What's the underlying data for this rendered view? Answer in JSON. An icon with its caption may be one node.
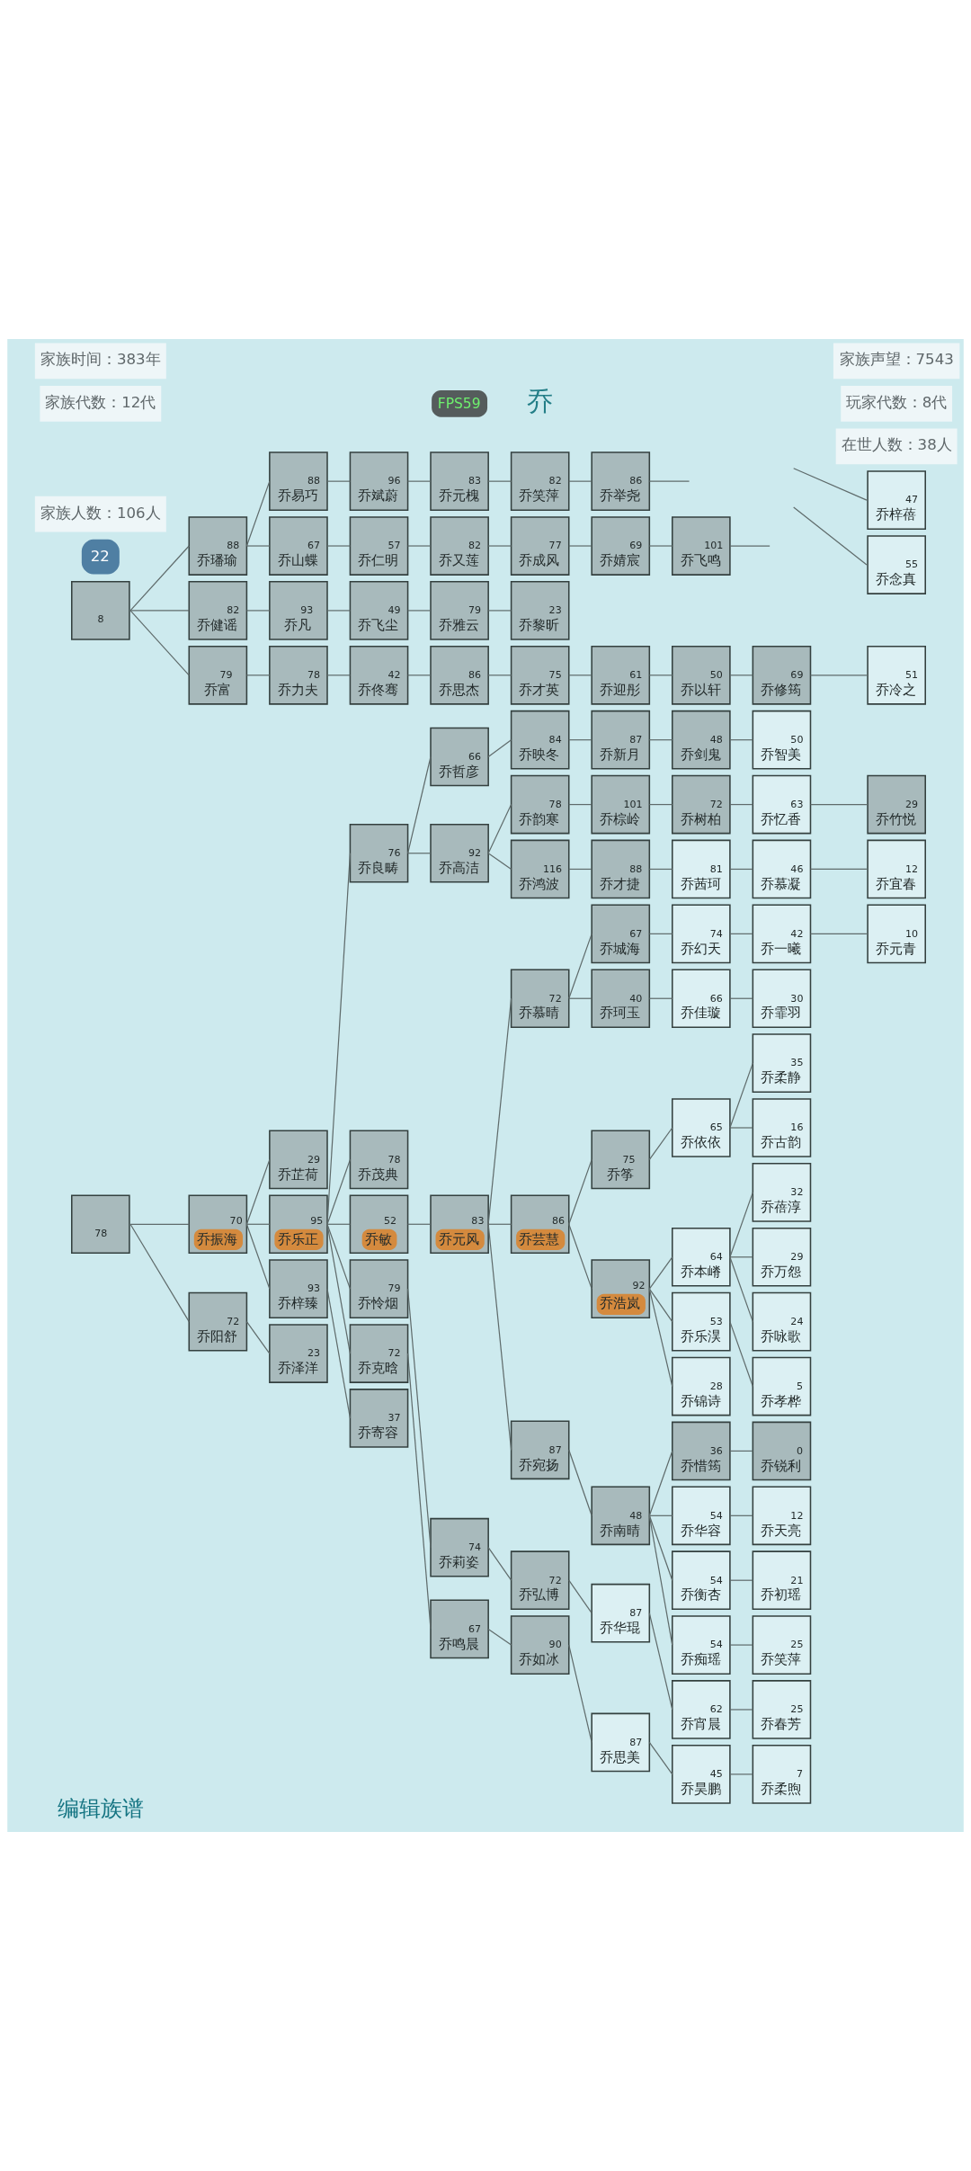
{
  "diagram": {
    "nodes": [
      {
        "text": [
          "8"
        ]
      },
      {
        "text": [
          "78"
        ]
      },
      {
        "text": [
          "88",
          "乔璠瑜"
        ]
      },
      {
        "text": [
          "82",
          "乔健谣"
        ]
      },
      {
        "text": [
          "79",
          "乔富"
        ]
      },
      {
        "text": [
          "70",
          "乔振海"
        ]
      },
      {
        "text": [
          "72",
          "乔阳舒"
        ]
      },
      {
        "text": [
          "88",
          "乔易巧"
        ]
      },
      {
        "text": [
          "67",
          "乔山蝶"
        ]
      },
      {
        "text": [
          "93",
          "乔凡"
        ]
      },
      {
        "text": [
          "78",
          "乔力夫"
        ]
      },
      {
        "text": [
          "29",
          "乔芷荷"
        ]
      },
      {
        "text": [
          "95",
          "乔乐正"
        ]
      },
      {
        "text": [
          "93",
          "乔梓臻"
        ]
      },
      {
        "text": [
          "23",
          "乔泽洋"
        ]
      },
      {
        "text": [
          "96",
          "乔斌蔚"
        ]
      },
      {
        "text": [
          "57",
          "乔仁明"
        ]
      },
      {
        "text": [
          "49",
          "乔飞尘"
        ]
      },
      {
        "text": [
          "42",
          "乔佟骞"
        ]
      },
      {
        "text": [
          "76",
          "乔良畴"
        ]
      },
      {
        "text": [
          "78",
          "乔茂典"
        ]
      },
      {
        "text": [
          "52",
          "乔敏"
        ]
      },
      {
        "text": [
          "79",
          "乔怜烟"
        ]
      },
      {
        "text": [
          "72",
          "乔克晗"
        ]
      },
      {
        "text": [
          "37",
          "乔寄容"
        ]
      },
      {
        "text": [
          "83",
          "乔元槐"
        ]
      },
      {
        "text": [
          "82",
          "乔又莲"
        ]
      },
      {
        "text": [
          "79",
          "乔雅云"
        ]
      },
      {
        "text": [
          "86",
          "乔思杰"
        ]
      },
      {
        "text": [
          "66",
          "乔哲彦"
        ]
      },
      {
        "text": [
          "92",
          "乔高洁"
        ]
      },
      {
        "text": [
          "83",
          "乔元风"
        ]
      },
      {
        "text": [
          "74",
          "乔莉姿"
        ]
      },
      {
        "text": [
          "67",
          "乔鸣晨"
        ]
      },
      {
        "text": [
          "82",
          "乔笑萍"
        ]
      },
      {
        "text": [
          "77",
          "乔成风"
        ]
      },
      {
        "text": [
          "23",
          "乔黎昕"
        ]
      },
      {
        "text": [
          "75",
          "乔才英"
        ]
      },
      {
        "text": [
          "84",
          "乔映冬"
        ]
      },
      {
        "text": [
          "78",
          "乔韵寒"
        ]
      },
      {
        "text": [
          "116",
          "乔鸿波"
        ]
      },
      {
        "text": [
          "72",
          "乔慕晴"
        ]
      },
      {
        "text": [
          "86",
          "乔芸慧"
        ]
      },
      {
        "text": [
          "87",
          "乔宛扬"
        ]
      },
      {
        "text": [
          "72",
          "乔弘博"
        ]
      },
      {
        "text": [
          "90",
          "乔如冰"
        ]
      },
      {
        "text": [
          "86",
          "乔举尧"
        ]
      },
      {
        "text": [
          "69",
          "乔婧宸"
        ]
      },
      {
        "text": [
          "61",
          "乔迎彤"
        ]
      },
      {
        "text": [
          "87",
          "乔新月"
        ]
      },
      {
        "text": [
          "101",
          "乔棕岭"
        ]
      },
      {
        "text": [
          "88",
          "乔才捷"
        ]
      },
      {
        "text": [
          "67",
          "乔城海"
        ]
      },
      {
        "text": [
          "40",
          "乔珂玉"
        ]
      },
      {
        "text": [
          "75",
          "乔筝"
        ]
      },
      {
        "text": [
          "92",
          "乔浩岚"
        ]
      },
      {
        "text": [
          "48",
          "乔南晴"
        ]
      },
      {
        "text": [
          "87",
          "乔华琨"
        ]
      },
      {
        "text": [
          "87",
          "乔思美"
        ]
      },
      {
        "text": [
          "101",
          "乔飞鸣"
        ]
      },
      {
        "text": [
          "50",
          "乔以轩"
        ]
      },
      {
        "text": [
          "48",
          "乔剑鬼"
        ]
      },
      {
        "text": [
          "72",
          "乔树柏"
        ]
      },
      {
        "text": [
          "81",
          "乔茜珂"
        ]
      },
      {
        "text": [
          "74",
          "乔幻天"
        ]
      },
      {
        "text": [
          "66",
          "乔佳璇"
        ]
      },
      {
        "text": [
          "65",
          "乔依依"
        ]
      },
      {
        "text": [
          "64",
          "乔本嵴"
        ]
      },
      {
        "text": [
          "53",
          "乔乐淏"
        ]
      },
      {
        "text": [
          "28",
          "乔锦诗"
        ]
      },
      {
        "text": [
          "36",
          "乔惜筠"
        ]
      },
      {
        "text": [
          "54",
          "乔华容"
        ]
      },
      {
        "text": [
          "54",
          "乔衡杏"
        ]
      },
      {
        "text": [
          "54",
          "乔痴瑶"
        ]
      },
      {
        "text": [
          "62",
          "乔宵晨"
        ]
      },
      {
        "text": [
          "45",
          "乔昊鹏"
        ]
      },
      {
        "text": [
          "69",
          "乔修筠"
        ]
      },
      {
        "text": [
          "50",
          "乔智美"
        ]
      },
      {
        "text": [
          "63",
          "乔忆香"
        ]
      },
      {
        "text": [
          "46",
          "乔慕凝"
        ]
      },
      {
        "text": [
          "42",
          "乔一曦"
        ]
      },
      {
        "text": [
          "30",
          "乔霏羽"
        ]
      },
      {
        "text": [
          "35",
          "乔柔静"
        ]
      },
      {
        "text": [
          "16",
          "乔古韵"
        ]
      },
      {
        "text": [
          "32",
          "乔蓓淳"
        ]
      },
      {
        "text": [
          "29",
          "乔万怨"
        ]
      },
      {
        "text": [
          "24",
          "乔咏歌"
        ]
      },
      {
        "text": [
          "5",
          "乔孝桦"
        ]
      },
      {
        "text": [
          "0",
          "乔锐利"
        ]
      },
      {
        "text": [
          "12",
          "乔天亮"
        ]
      },
      {
        "text": [
          "21",
          "乔初瑶"
        ]
      },
      {
        "text": [
          "25",
          "乔笑萍"
        ]
      },
      {
        "text": [
          "25",
          "乔春芳"
        ]
      },
      {
        "text": [
          "7",
          "乔柔煦"
        ]
      },
      {
        "text": [
          "47",
          "乔梓蓓"
        ]
      },
      {
        "text": [
          "55",
          "乔念真"
        ]
      },
      {
        "text": [
          "51",
          "乔冷之"
        ]
      },
      {
        "text": [
          "29",
          "乔竹悦"
        ]
      },
      {
        "text": [
          "12",
          "乔宜春"
        ]
      },
      {
        "text": [
          "10",
          "乔元青"
        ]
      }
    ],
    "edges": [
      {
        "from": 0,
        "to": 2,
        "arrow": "none"
      },
      {
        "from": 0,
        "to": 3,
        "arrow": "none"
      },
      {
        "from": 0,
        "to": 4,
        "arrow": "none"
      },
      {
        "from": 1,
        "to": 5,
        "arrow": "none"
      },
      {
        "from": 1,
        "to": 6,
        "arrow": "none"
      },
      {
        "from": 2,
        "to": 7,
        "arrow": "none"
      },
      {
        "from": 2,
        "to": 8,
        "arrow": "none"
      },
      {
        "from": 3,
        "to": 9,
        "arrow": "none"
      },
      {
        "from": 4,
        "to": 10,
        "arrow": "none"
      },
      {
        "from": 5,
        "to": 11,
        "arrow": "none"
      },
      {
        "from": 5,
        "to": 12,
        "arrow": "none"
      },
      {
        "from": 5,
        "to": 13,
        "arrow": "none"
      },
      {
        "from": 6,
        "to": 14,
        "arrow": "none"
      },
      {
        "from": 7,
        "to": 15,
        "arrow": "none"
      },
      {
        "from": 8,
        "to": 16,
        "arrow": "none"
      },
      {
        "from": 9,
        "to": 17,
        "arrow": "none"
      },
      {
        "from": 10,
        "to": 18,
        "arrow": "none"
      },
      {
        "from": 12,
        "to": 19,
        "arrow": "none"
      },
      {
        "from": 12,
        "to": 20,
        "arrow": "none"
      },
      {
        "from": 12,
        "to": 21,
        "arrow": "none"
      },
      {
        "from": 12,
        "to": 22,
        "arrow": "none"
      },
      {
        "from": 12,
        "to": 23,
        "arrow": "none"
      },
      {
        "from": 13,
        "to": 24,
        "arrow": "none"
      },
      {
        "from": 15,
        "to": 25,
        "arrow": "none"
      },
      {
        "from": 16,
        "to": 26,
        "arrow": "none"
      },
      {
        "from": 17,
        "to": 27,
        "arrow": "none"
      },
      {
        "from": 18,
        "to": 28,
        "arrow": "none"
      },
      {
        "from": 19,
        "to": 29,
        "arrow": "none"
      },
      {
        "from": 19,
        "to": 30,
        "arrow": "none"
      },
      {
        "from": 21,
        "to": 31,
        "arrow": "none"
      },
      {
        "from": 22,
        "to": 32,
        "arrow": "none"
      },
      {
        "from": 23,
        "to": 33,
        "arrow": "none"
      },
      {
        "from": 25,
        "to": 34,
        "arrow": "none"
      },
      {
        "from": 26,
        "to": 35,
        "arrow": "none"
      },
      {
        "from": 27,
        "to": 36,
        "arrow": "none"
      },
      {
        "from": 28,
        "to": 37,
        "arrow": "none"
      },
      {
        "from": 29,
        "to": 38,
        "arrow": "none"
      },
      {
        "from": 30,
        "to": 39,
        "arrow": "none"
      },
      {
        "from": 30,
        "to": 40,
        "arrow": "none"
      },
      {
        "from": 31,
        "to": 41,
        "arrow": "none"
      },
      {
        "from": 31,
        "to": 42,
        "arrow": "none"
      },
      {
        "from": 31,
        "to": 43,
        "arrow": "none"
      },
      {
        "from": 32,
        "to": 44,
        "arrow": "none"
      },
      {
        "from": 33,
        "to": 45,
        "arrow": "none"
      },
      {
        "from": 34,
        "to": 46,
        "arrow": "none"
      },
      {
        "from": 35,
        "to": 47,
        "arrow": "none"
      },
      {
        "from": 37,
        "to": 48,
        "arrow": "none"
      },
      {
        "from": 38,
        "to": 49,
        "arrow": "none"
      },
      {
        "from": 39,
        "to": 50,
        "arrow": "none"
      },
      {
        "from": 40,
        "to": 51,
        "arrow": "none"
      },
      {
        "from": 41,
        "to": 52,
        "arrow": "none"
      },
      {
        "from": 41,
        "to": 53,
        "arrow": "none"
      },
      {
        "from": 42,
        "to": 54,
        "arrow": "none"
      },
      {
        "from": 42,
        "to": 55,
        "arrow": "none"
      },
      {
        "from": 43,
        "to": 56,
        "arrow": "none"
      },
      {
        "from": 44,
        "to": 57,
        "arrow": "none"
      },
      {
        "from": 45,
        "to": 58,
        "arrow": "none"
      },
      {
        "from": 46,
        "to": null,
        "arrow": "none"
      },
      {
        "from": 47,
        "to": 59,
        "arrow": "none"
      },
      {
        "from": 48,
        "to": 60,
        "arrow": "none"
      },
      {
        "from": 49,
        "to": 61,
        "arrow": "none"
      },
      {
        "from": 50,
        "to": 62,
        "arrow": "none"
      },
      {
        "from": 51,
        "to": 63,
        "arrow": "none"
      },
      {
        "from": 52,
        "to": 64,
        "arrow": "none"
      },
      {
        "from": 53,
        "to": 65,
        "arrow": "none"
      },
      {
        "from": 54,
        "to": 66,
        "arrow": "none"
      },
      {
        "from": 55,
        "to": 67,
        "arrow": "none"
      },
      {
        "from": 55,
        "to": 68,
        "arrow": "none"
      },
      {
        "from": 55,
        "to": 69,
        "arrow": "none"
      },
      {
        "from": 56,
        "to": 70,
        "arrow": "none"
      },
      {
        "from": 56,
        "to": 71,
        "arrow": "none"
      },
      {
        "from": 56,
        "to": 72,
        "arrow": "none"
      },
      {
        "from": 56,
        "to": 73,
        "arrow": "none"
      },
      {
        "from": 57,
        "to": 74,
        "arrow": "none"
      },
      {
        "from": 58,
        "to": 75,
        "arrow": "none"
      },
      {
        "from": 59,
        "to": null,
        "arrow": "none"
      },
      {
        "from": 60,
        "to": 76,
        "arrow": "none"
      },
      {
        "from": 61,
        "to": 77,
        "arrow": "none"
      },
      {
        "from": 62,
        "to": 78,
        "arrow": "none"
      },
      {
        "from": 63,
        "to": 79,
        "arrow": "none"
      },
      {
        "from": 64,
        "to": 80,
        "arrow": "none"
      },
      {
        "from": 65,
        "to": 81,
        "arrow": "none"
      },
      {
        "from": 66,
        "to": 82,
        "arrow": "none"
      },
      {
        "from": 66,
        "to": 83,
        "arrow": "none"
      },
      {
        "from": 67,
        "to": 84,
        "arrow": "none"
      },
      {
        "from": 67,
        "to": 85,
        "arrow": "none"
      },
      {
        "from": 67,
        "to": 86,
        "arrow": "none"
      },
      {
        "from": 68,
        "to": 87,
        "arrow": "none"
      },
      {
        "from": 70,
        "to": 88,
        "arrow": "none"
      },
      {
        "from": 71,
        "to": 89,
        "arrow": "none"
      },
      {
        "from": 72,
        "to": 90,
        "arrow": "none"
      },
      {
        "from": 73,
        "to": 91,
        "arrow": "none"
      },
      {
        "from": 74,
        "to": 92,
        "arrow": "none"
      },
      {
        "from": 75,
        "to": 93,
        "arrow": "none"
      },
      {
        "from": null,
        "to": 94,
        "arrow": "none"
      },
      {
        "from": null,
        "to": 95,
        "arrow": "none"
      },
      {
        "from": 76,
        "to": 96,
        "arrow": "none"
      },
      {
        "from": 78,
        "to": 97,
        "arrow": "none"
      },
      {
        "from": 79,
        "to": 98,
        "arrow": "none"
      },
      {
        "from": 80,
        "to": 99,
        "arrow": "none"
      }
    ],
    "labels": [
      "家族时间：383年",
      "FPS59",
      "乔",
      "家族声望：7543",
      "家族代数：12代",
      "玩家代数：8代",
      "家族人数：106人",
      "在世人数：38人",
      "22",
      "编辑族谱"
    ]
  }
}
